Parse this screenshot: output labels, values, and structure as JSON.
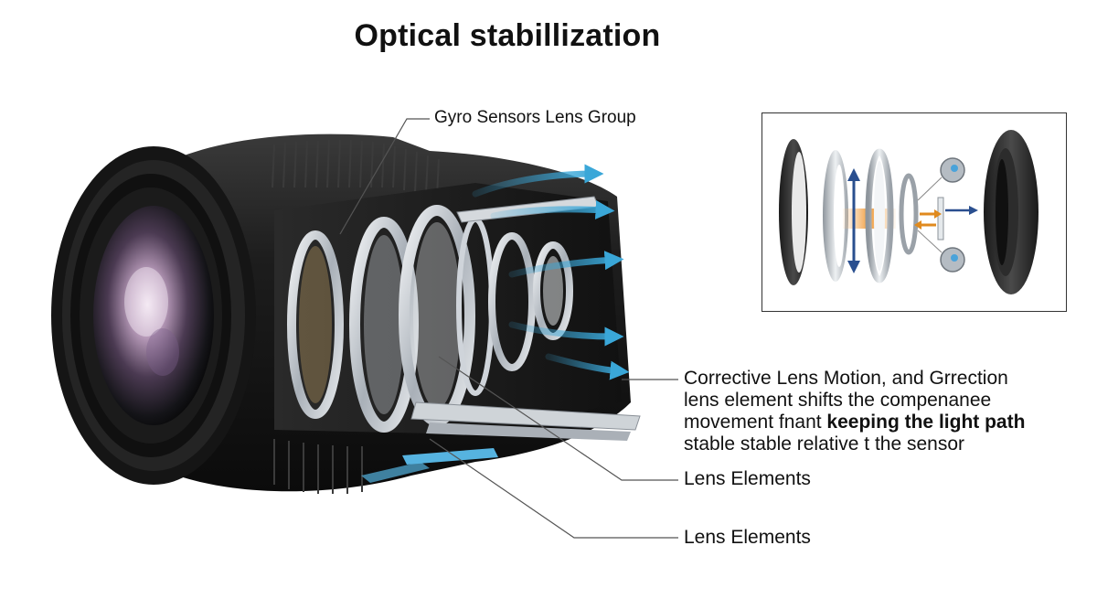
{
  "title": "Optical stabillization",
  "callouts": {
    "gyro": "Gyro Sensors Lens Group",
    "corrective": {
      "line1": "Corrective Lens Motion, and Grrection",
      "line2": "lens element shifts the compenanee",
      "line3a": "movement fnant ",
      "line3b": "keeping the light path",
      "line4": "stable stable relative t the sensor"
    },
    "lens_elements_1": "Lens Elements",
    "lens_elements_2": "Lens Elements"
  },
  "colors": {
    "barrel": "#1c1c1c",
    "light_arrows": "#3aa7d8",
    "shift_arrows": "#2a4f8f",
    "orange_arrows": "#e08a1e",
    "leader_lines": "#555555"
  },
  "icons": [
    "lens-barrel-icon",
    "light-arrow-icon",
    "inset-exploded-view-icon"
  ]
}
